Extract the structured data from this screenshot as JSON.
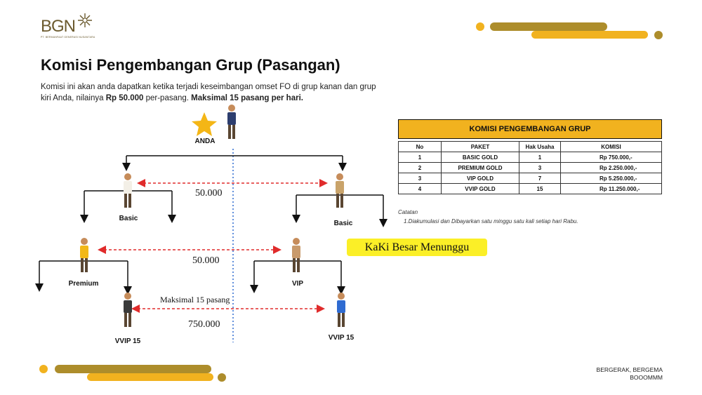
{
  "brand": {
    "logo_text": "BGN",
    "logo_sub": "PT. BERMANFAAT GENERASI NUSANTARA",
    "colors": {
      "gold": "#f1b21f",
      "olive": "#ad8d2b",
      "yellow": "#fbef27",
      "red": "#e02b2b",
      "blue": "#2f6bd1"
    }
  },
  "header": {
    "title": "Komisi Pengembangan Grup (Pasangan)",
    "desc_1": "Komisi ini akan anda dapatkan ketika terjadi keseimbangan omset FO di grup kanan dan grup kiri Anda, nilainya ",
    "desc_bold_1": "Rp 50.000",
    "desc_2": " per-pasang. ",
    "desc_bold_2": "Maksimal 15 pasang per hari."
  },
  "diagram": {
    "root_label": "ANDA",
    "left_l1": "Basic",
    "right_l1": "Basic",
    "left_l2": "Premium",
    "right_l2": "VIP",
    "left_l3": "VVIP 15",
    "right_l3": "VVIP 15",
    "pair_1_amount": "50.000",
    "pair_2_amount": "50.000",
    "pair_3_amount": "750.000",
    "max_label": "Maksimal 15 pasang"
  },
  "table": {
    "title": "KOMISI PENGEMBANGAN GRUP",
    "headers": [
      "No",
      "PAKET",
      "Hak Usaha",
      "KOMISI"
    ],
    "rows": [
      [
        "1",
        "BASIC GOLD",
        "1",
        "Rp 750.000,-"
      ],
      [
        "2",
        "PREMIUM GOLD",
        "3",
        "Rp 2.250.000,-"
      ],
      [
        "3",
        "VIP GOLD",
        "7",
        "Rp 5.250.000,-"
      ],
      [
        "4",
        "VVIP GOLD",
        "15",
        "Rp 11.250.000,-"
      ]
    ]
  },
  "notes": {
    "title": "Catatan",
    "item_1": "1.Diakumulasi dan Dibayarkan satu minggu satu kali  setiap hari Rabu."
  },
  "callout": "KaKi Besar Menunggu",
  "footer": {
    "line_1": "BERGERAK, BERGEMA",
    "line_2": "BOOOMMM"
  }
}
